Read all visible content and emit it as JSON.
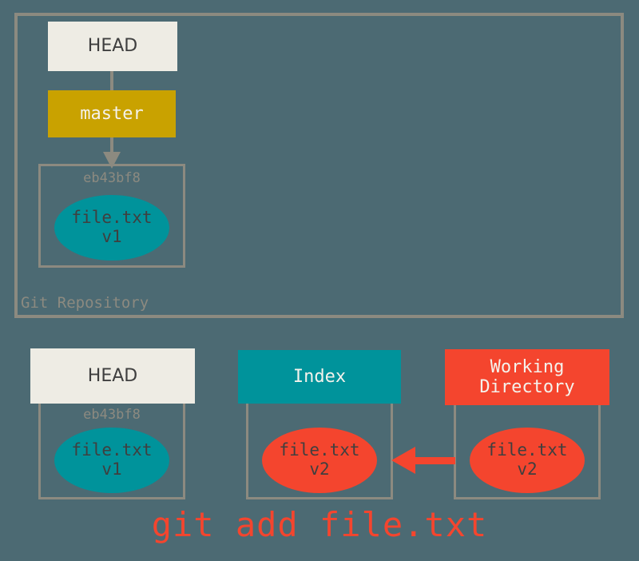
{
  "diagram": {
    "title_caption": "git add file.txt",
    "background_color": "#4c6a73",
    "outline_color": "#8c8a80",
    "colors": {
      "background": "#4c6a73",
      "outline": "#8c8a80",
      "head_box": "#eeece4",
      "branch_gold": "#c9a200",
      "index_teal": "#00939b",
      "working_orange": "#f4452e",
      "text_dark": "#3f3f3f",
      "text_light": "#f4f2ec"
    }
  },
  "repository": {
    "label": "Git Repository",
    "head": {
      "label": "HEAD"
    },
    "branch": {
      "label": "master"
    },
    "commit": {
      "sha": "eb43bf8",
      "blob": {
        "filename": "file.txt",
        "version": "v1"
      }
    }
  },
  "areas": [
    {
      "id": "head",
      "header": "HEAD",
      "header_style": "head",
      "sha": "eb43bf8",
      "blob_filename": "file.txt",
      "blob_version": "v1",
      "blob_style": "teal"
    },
    {
      "id": "index",
      "header": "Index",
      "header_style": "index",
      "sha": "",
      "blob_filename": "file.txt",
      "blob_version": "v2",
      "blob_style": "orange"
    },
    {
      "id": "working-directory",
      "header_line1": "Working",
      "header_line2": "Directory",
      "header_style": "working",
      "sha": "",
      "blob_filename": "file.txt",
      "blob_version": "v2",
      "blob_style": "orange"
    }
  ],
  "arrows": [
    {
      "id": "head-to-master",
      "direction": "down",
      "color": "#8c8a80"
    },
    {
      "id": "master-to-commit",
      "direction": "down",
      "color": "#8c8a80"
    },
    {
      "id": "working-directory-to-index",
      "direction": "left",
      "color": "#f4452e"
    }
  ],
  "caption": {
    "command": "git add file.txt",
    "color": "#f4452e"
  }
}
